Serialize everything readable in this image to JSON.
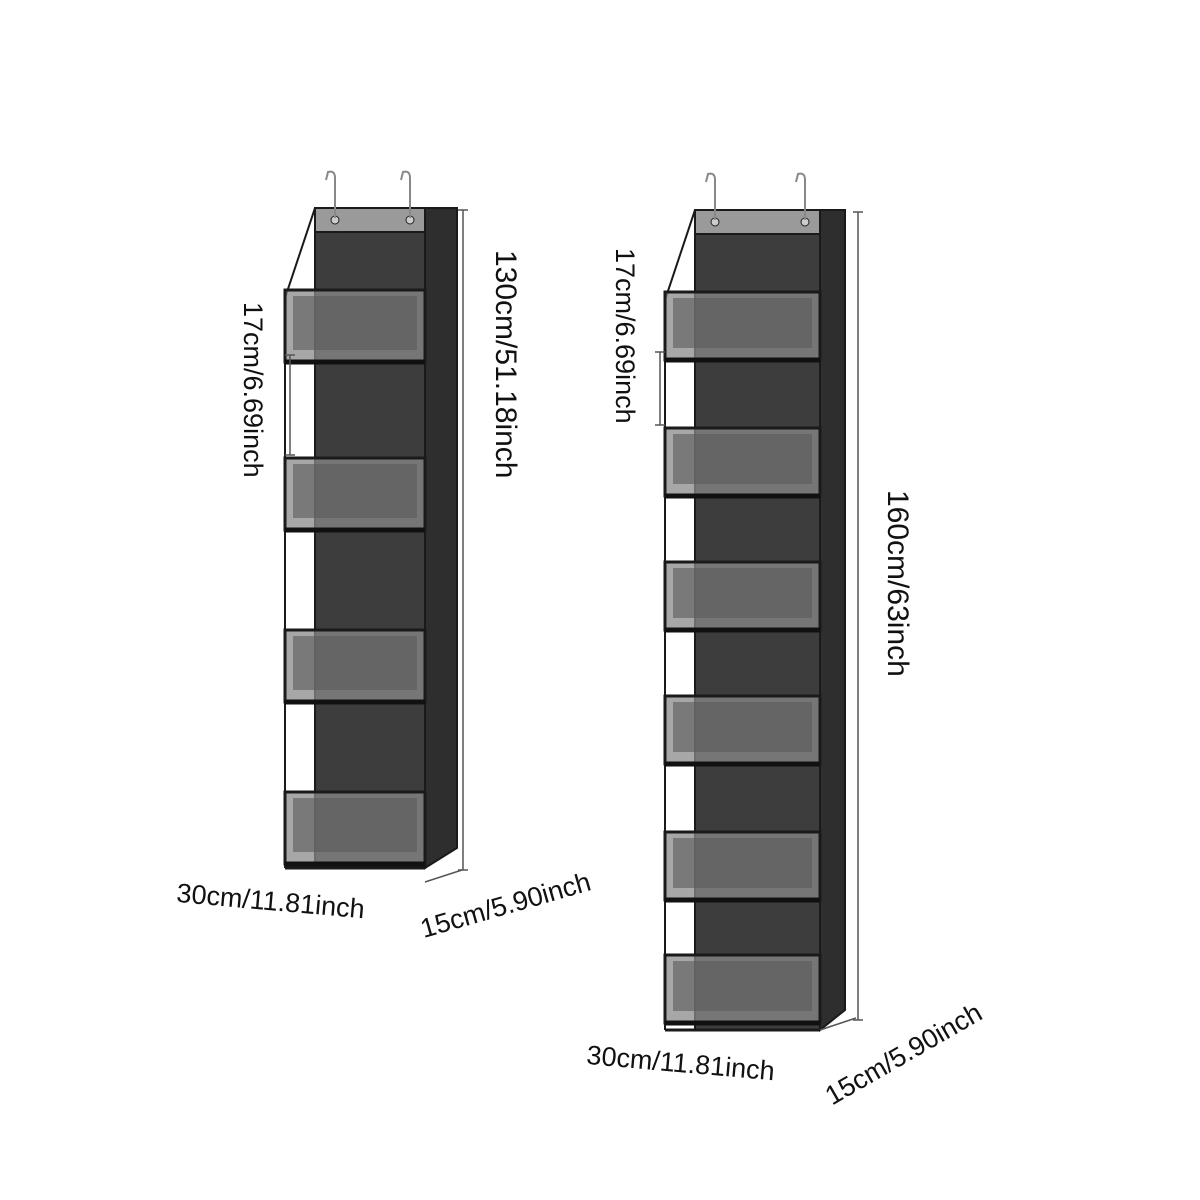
{
  "colors": {
    "fabric": "#3d3d3d",
    "edge": "#1a1a1a",
    "window": "#8a8a8a",
    "dimension_line": "#555555"
  },
  "left_product": {
    "pocket_spacing_label": "17cm/6.69inch",
    "height_label": "130cm/51.18inch",
    "width_label": "30cm/11.81inch",
    "depth_label": "15cm/5.90inch"
  },
  "right_product": {
    "pocket_spacing_label": "17cm/6.69inch",
    "height_label": "160cm/63inch",
    "width_label": "30cm/11.81inch",
    "depth_label": "15cm/5.90inch"
  }
}
